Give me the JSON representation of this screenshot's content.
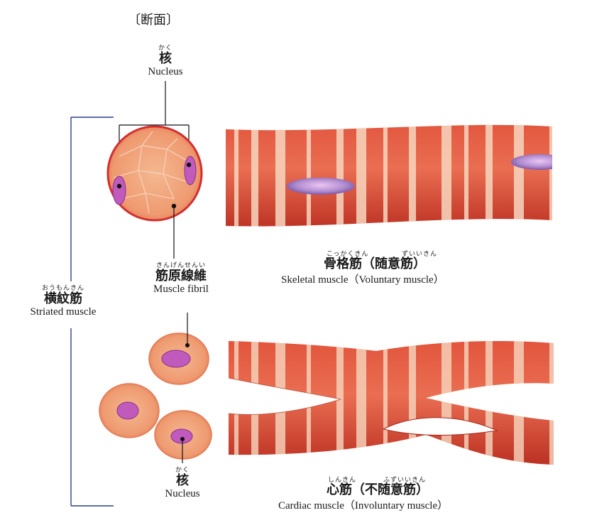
{
  "section_title": "〔断面〕",
  "nucleus_top": {
    "kanji": "核",
    "reading": "かく",
    "english": "Nucleus"
  },
  "fibril": {
    "kanji": "筋原線維",
    "reading": "きんげんせんい",
    "english": "Muscle fibril"
  },
  "striated": {
    "kanji": "横紋筋",
    "reading": "おうもんきん",
    "english": "Striated muscle"
  },
  "skeletal": {
    "kanji": "骨格筋（随意筋）",
    "reading_1": "こっかくきん",
    "reading_2": "ずいいきん",
    "english": "Skeletal muscle（Voluntary muscle）"
  },
  "cardiac": {
    "kanji": "心筋（不随意筋）",
    "reading_1": "しんきん",
    "reading_2": "ふずいいきん",
    "english": "Cardiac muscle（Involuntary muscle）"
  },
  "nucleus_bottom": {
    "kanji": "核",
    "reading": "かく",
    "english": "Nucleus"
  },
  "colors": {
    "muscle": "#d8402e",
    "band_light": "#f6d0b6",
    "nucleus": "#c05abd",
    "bracket_line": "#2b3f8f"
  }
}
